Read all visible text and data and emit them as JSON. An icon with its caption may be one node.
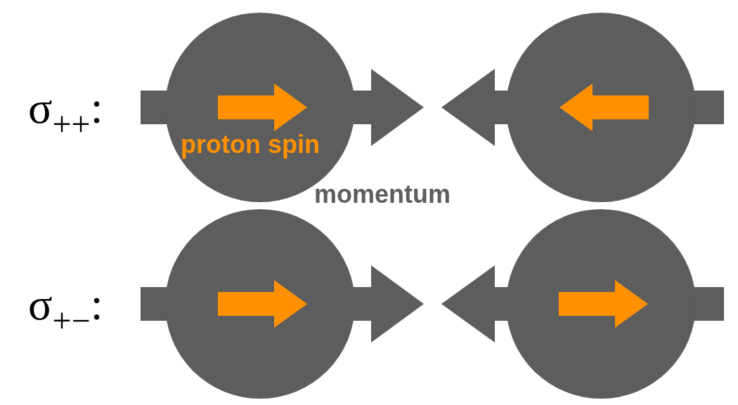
{
  "diagram": {
    "nodes": [
      {
        "text": [],
        "shape": "circle"
      },
      {
        "text": [],
        "shape": "circle"
      },
      {
        "text": [],
        "shape": "circle"
      },
      {
        "text": [],
        "shape": "circle"
      }
    ],
    "labels": [
      "σ$_{++}$:",
      "proton spin",
      "momentum",
      "σ$_{+−}$:"
    ]
  }
}
